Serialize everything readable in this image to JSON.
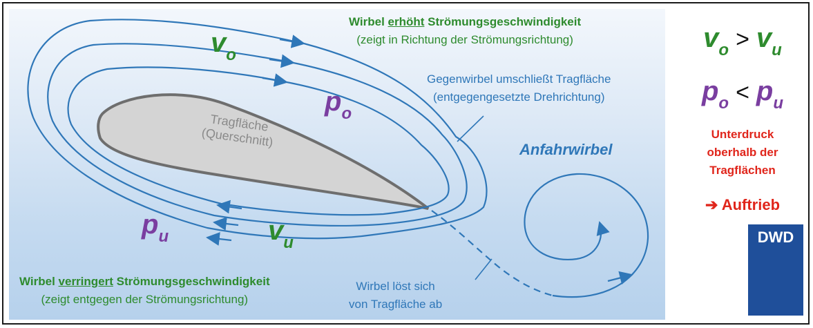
{
  "top_note": {
    "line1_pre": "Wirbel ",
    "line1_emph": "erhöht",
    "line1_post": " Strömungsgeschwindigkeit",
    "line2": "(zeigt in Richtung der Strömungsrichtung)"
  },
  "bottom_note": {
    "line1_pre": "Wirbel ",
    "line1_emph": "verringert",
    "line1_post": " Strömungsgeschwindigkeit",
    "line2": "(zeigt entgegen der Strömungsrichtung)"
  },
  "counter_vortex": {
    "line1": "Gegenwirbel umschließt Tragfläche",
    "line2": "(entgegengesetzte Drehrichtung)"
  },
  "detach": {
    "line1": "Wirbel löst sich",
    "line2": "von Tragfläche ab"
  },
  "airfoil": {
    "line1": "Tragfläche",
    "line2": "(Querschnitt)"
  },
  "starting_vortex": "Anfahrwirbel",
  "symbols": {
    "v": "v",
    "p": "p",
    "sub_o": "o",
    "sub_u": "u",
    "gt": ">",
    "lt": "<"
  },
  "side": {
    "red_line1": "Unterdruck",
    "red_line2": "oberhalb der",
    "red_line3": "Tragflächen",
    "arrow": "➔",
    "result": "Auftrieb"
  },
  "logo": {
    "text": "DWD"
  },
  "colors": {
    "green": "#2e8b2e",
    "purple": "#7a3ea0",
    "blue": "#2f77b8",
    "red": "#e0251b",
    "dwd_blue": "#1f4f9a",
    "airfoil_fill": "#d4d4d4",
    "airfoil_stroke": "#6e6e6e"
  }
}
